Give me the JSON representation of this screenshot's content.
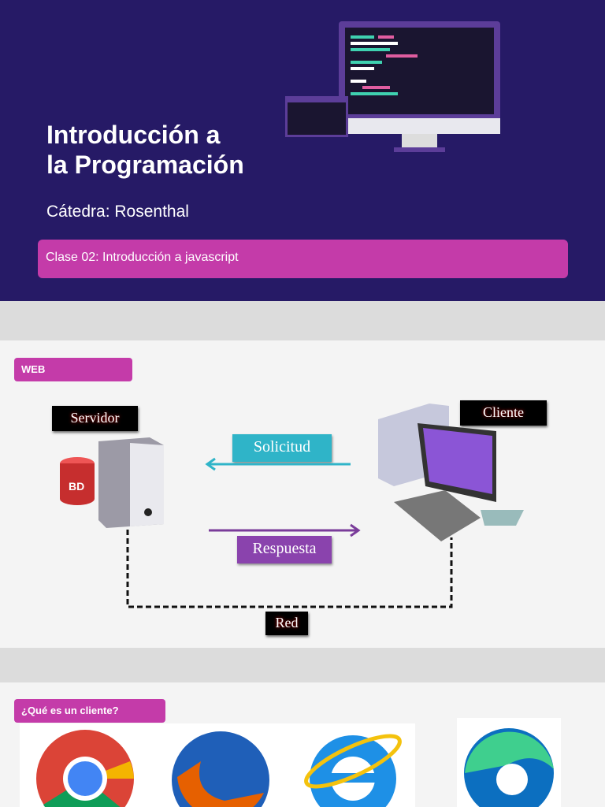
{
  "cover": {
    "title_line1": "Introducción a",
    "title_line2": "la Programación",
    "subtitle": "Cátedra: Rosenthal",
    "class_label": "Clase 02: Introducción a javascript"
  },
  "web_slide": {
    "tag": "WEB",
    "server": "Servidor",
    "db": "BD",
    "client": "Cliente",
    "request": "Solicitud",
    "response": "Respuesta",
    "network": "Red",
    "colors": {
      "request": "#2fb4c8",
      "response": "#7a3c9a"
    }
  },
  "client_slide": {
    "tag": "¿Qué es un cliente?",
    "browsers": [
      "chrome-icon",
      "firefox-icon",
      "internet-explorer-icon",
      "edge-icon"
    ]
  }
}
